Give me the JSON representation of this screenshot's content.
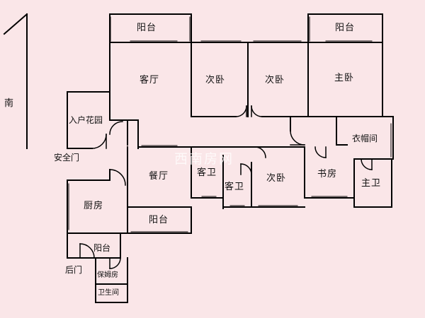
{
  "compass": {
    "direction": "南"
  },
  "watermark": "西南房网",
  "labels": {
    "balcony_top_left": "阳台",
    "balcony_top_right": "阳台",
    "living_room": "客厅",
    "second_bedroom_1": "次卧",
    "second_bedroom_2": "次卧",
    "master_bedroom": "主卧",
    "entrance_garden": "入户花园",
    "safety_door": "安全门",
    "cloakroom": "衣帽间",
    "dining_room": "餐厅",
    "guest_bath_1": "客卫",
    "guest_bath_2": "客卫",
    "second_bedroom_3": "次卧",
    "study": "书房",
    "master_bath": "主卫",
    "kitchen": "厨房",
    "balcony_middle": "阳台",
    "balcony_bottom": "阳台",
    "back_door": "后门",
    "maid_room": "保姆房",
    "toilet": "卫生间"
  }
}
